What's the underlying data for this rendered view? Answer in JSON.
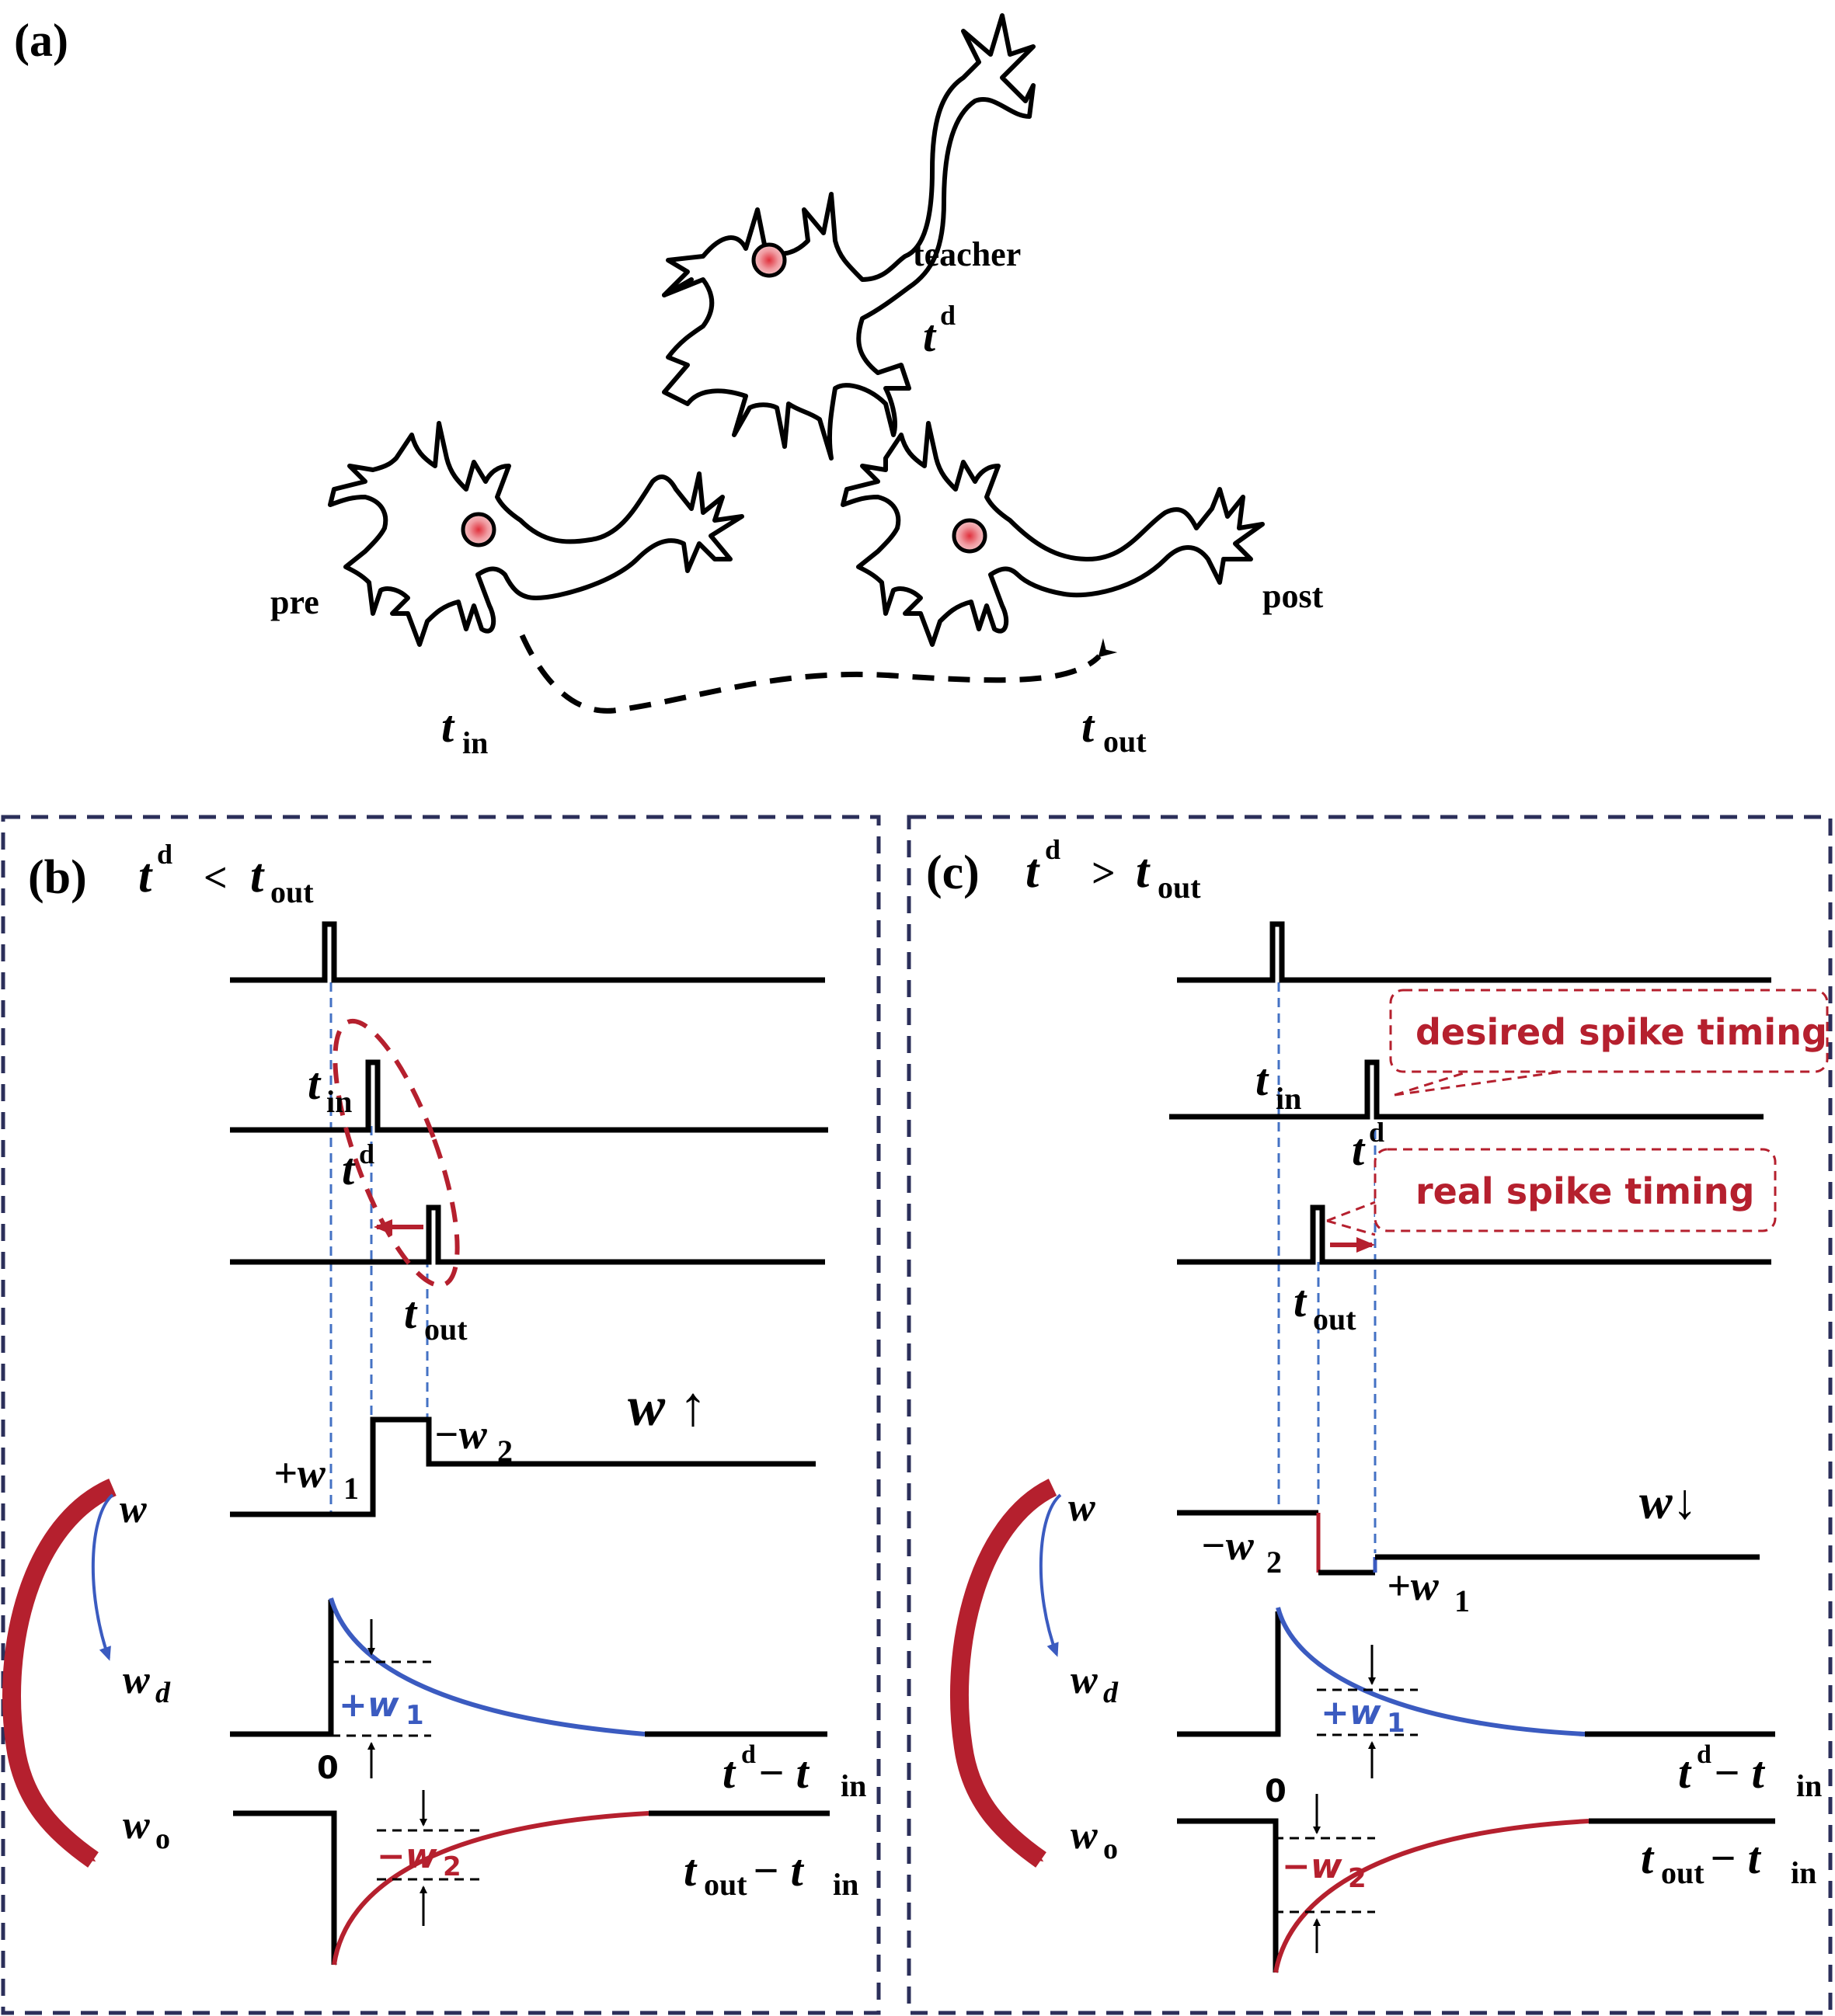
{
  "panel_a": {
    "label": "(a)",
    "teacher_label": "teacher",
    "teacher_time": "t",
    "teacher_time_sup": "d",
    "pre_label": "pre",
    "pre_time": "t",
    "pre_time_sub": "in",
    "post_label": "post",
    "post_time": "t",
    "post_time_sub": "out"
  },
  "panel_b": {
    "label": "(b)",
    "cond_t": "t",
    "cond_sup": "d",
    "cond_op": "<",
    "cond_t2": "t",
    "cond_sub": "out",
    "tin": "t",
    "tin_sub": "in",
    "td": "t",
    "td_sup": "d",
    "tout": "t",
    "tout_sub": "out",
    "plus_w1": "+w",
    "plus_w1_sub": "1",
    "minus_w2": "−w",
    "minus_w2_sub": "2",
    "w_change": "w ↑",
    "w_label": "w",
    "wd_label": "w",
    "wd_sub": "d",
    "wo_label": "w",
    "wo_sub": "o",
    "zero": "0",
    "axis1": "t",
    "axis1_sup": "d",
    "axis1_rest": " − t",
    "axis1_sub": "in",
    "axis2": "t",
    "axis2_sub": "out",
    "axis2_rest": " − t",
    "axis2_sub2": "in",
    "curve_w1": "+w",
    "curve_w1_sub": "1",
    "curve_w2": "−w",
    "curve_w2_sub": "2"
  },
  "panel_c": {
    "label": "(c)",
    "cond_t": "t",
    "cond_sup": "d",
    "cond_op": ">",
    "cond_t2": "t",
    "cond_sub": "out",
    "tin": "t",
    "tin_sub": "in",
    "td": "t",
    "td_sup": "d",
    "tout": "t",
    "tout_sub": "out",
    "callout_desired": "desired spike timing",
    "callout_real": "real spike timing",
    "plus_w1": "+w",
    "plus_w1_sub": "1",
    "minus_w2": "−w",
    "minus_w2_sub": "2",
    "w_change": "w↓",
    "w_label": "w",
    "wd_label": "w",
    "wd_sub": "d",
    "wo_label": "w",
    "wo_sub": "o",
    "zero": "0",
    "axis1": "t",
    "axis1_sup": "d",
    "axis1_rest": " − t",
    "axis1_sub": "in",
    "axis2": "t",
    "axis2_sub": "out",
    "axis2_rest": " − t",
    "axis2_sub2": "in",
    "curve_w1": "+w",
    "curve_w1_sub": "1",
    "curve_w2": "−w",
    "curve_w2_sub": "2"
  },
  "colors": {
    "frame": "#2b2f5a",
    "guide_blue": "#4472c4",
    "accent_red": "#b5202e",
    "curve_blue": "#3b5bc0",
    "nucleus": "#e8707a"
  }
}
